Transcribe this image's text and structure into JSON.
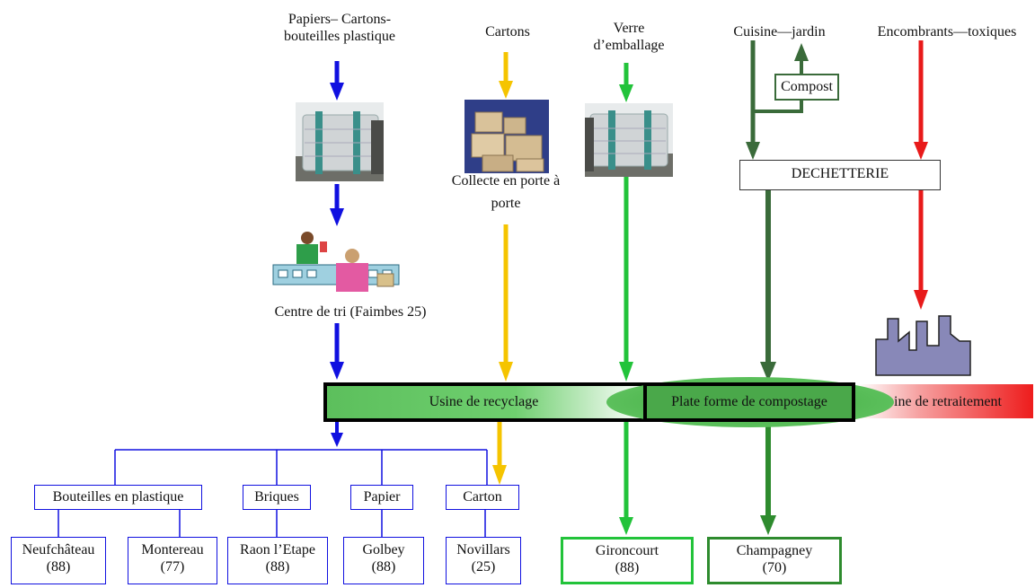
{
  "sources": {
    "papiers": [
      "Papiers– Cartons-",
      "bouteilles  plastique"
    ],
    "cartons": "Cartons",
    "verre": [
      "Verre",
      "d’emballage"
    ],
    "cuisine": "Cuisine—jardin",
    "encombrants": "Encombrants—toxiques"
  },
  "compost_label": "Compost",
  "decheterie_label": "DECHETTERIE",
  "collecte_label": [
    "Collecte en  porte à",
    "porte"
  ],
  "centre_tri_label": "Centre de tri (Faimbes 25)",
  "bars": {
    "recyclage": "Usine de recyclage",
    "compostage": "Plate forme de compostage",
    "retraitement": "ine de retraitement"
  },
  "categories": [
    "Bouteilles en plastique",
    "Briques",
    "Papier",
    "Carton"
  ],
  "destinations": [
    {
      "name": "Neufchâteau",
      "code": "(88)"
    },
    {
      "name": "Montereau",
      "code": "(77)"
    },
    {
      "name": "Raon l’Etape",
      "code": "(88)"
    },
    {
      "name": "Golbey",
      "code": "(88)"
    },
    {
      "name": "Novillars",
      "code": "(25)"
    },
    {
      "name": "Gironcourt",
      "code": "(88)"
    },
    {
      "name": "Champagney",
      "code": "(70)"
    }
  ],
  "colors": {
    "blue": "#1010e0",
    "yellow": "#f5c400",
    "green": "#22c33a",
    "dark_green": "#3a6b3a",
    "red": "#e81a1a"
  }
}
